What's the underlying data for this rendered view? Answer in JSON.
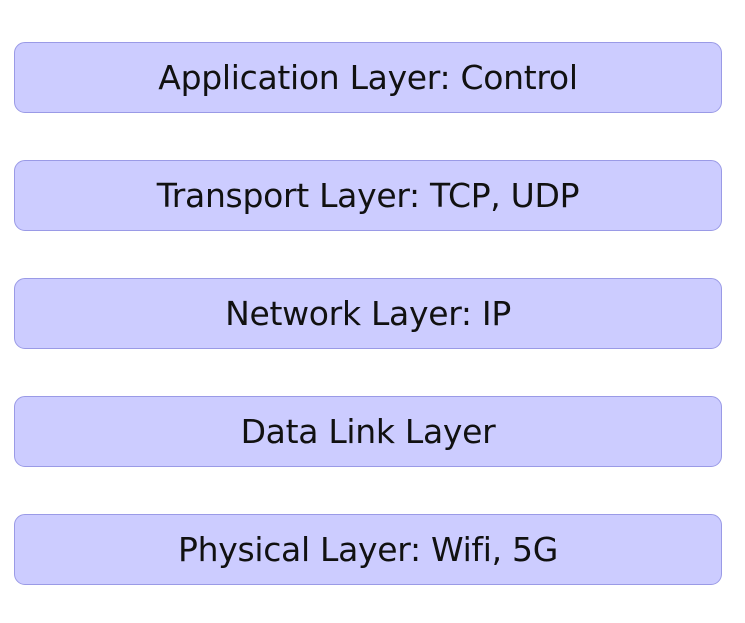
{
  "diagram": {
    "layers": [
      {
        "label": "Application Layer: Control"
      },
      {
        "label": "Transport Layer: TCP, UDP"
      },
      {
        "label": "Network Layer: IP"
      },
      {
        "label": "Data Link Layer"
      },
      {
        "label": "Physical Layer: Wifi, 5G"
      }
    ],
    "colors": {
      "box_fill": "#ccccff",
      "box_border": "#9a9ae6",
      "text": "#111111",
      "background": "#ffffff"
    }
  }
}
